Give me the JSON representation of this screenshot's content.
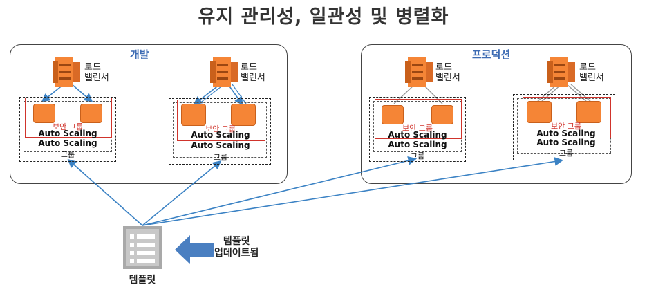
{
  "title": "유지 관리성, 일관성 및 병렬화",
  "environments": {
    "dev": {
      "label": "개발"
    },
    "prod": {
      "label": "프로덕션"
    }
  },
  "load_balancer_label_line1": "로드",
  "load_balancer_label_line2": "밸런서",
  "security_group_label": "보안 그룹",
  "asg_label": "Auto Scaling",
  "asg_group_label": "그룹",
  "template": {
    "label": "템플릿",
    "update_line1": "템플릿",
    "update_line2": "업데이트됨"
  },
  "colors": {
    "aws_orange": "#f58536",
    "security_group_red": "#d0342c",
    "arrow_blue": "#3b82c4",
    "env_label_blue": "#3d6bb3"
  },
  "icons": [
    "load-balancer-icon",
    "ec2-instance-icon",
    "template-document-icon",
    "arrow-left-icon"
  ]
}
